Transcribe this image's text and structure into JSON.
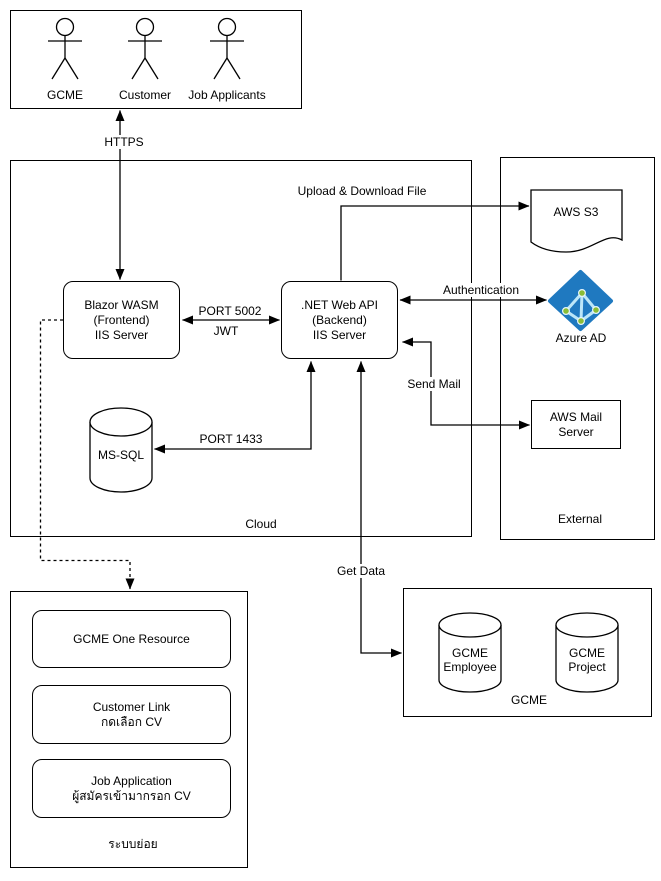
{
  "actors": {
    "items": [
      {
        "label": "GCME"
      },
      {
        "label": "Customer"
      },
      {
        "label": "Job Applicants"
      }
    ]
  },
  "nodes": {
    "blazor": {
      "label": "Blazor WASM\n(Frontend)\nIIS Server"
    },
    "dotnet": {
      "label": ".NET Web API\n(Backend)\nIIS Server"
    },
    "mssql": {
      "label": "MS-SQL"
    },
    "aws_s3": {
      "label": "AWS S3"
    },
    "azure_ad": {
      "label": "Azure AD"
    },
    "aws_mail": {
      "label": "AWS Mail\nServer"
    },
    "gcme_employee": {
      "label": "GCME\nEmployee"
    },
    "gcme_project": {
      "label": "GCME\nProject"
    }
  },
  "containers": {
    "cloud": {
      "label": "Cloud"
    },
    "external": {
      "label": "External"
    },
    "gcme": {
      "label": "GCME"
    },
    "subsystem": {
      "label": "ระบบย่อย"
    }
  },
  "subsystem_items": [
    {
      "label": "GCME One Resource"
    },
    {
      "label": "Customer Link\nกดเลือก CV"
    },
    {
      "label": "Job Application\nผู้สมัครเข้ามากรอก CV"
    }
  ],
  "connectors": {
    "https": {
      "label": "HTTPS"
    },
    "port_5002": {
      "label": "PORT 5002"
    },
    "jwt": {
      "label": "JWT"
    },
    "port_1433": {
      "label": "PORT 1433"
    },
    "upload_download": {
      "label": "Upload & Download File"
    },
    "authentication": {
      "label": "Authentication"
    },
    "send_mail": {
      "label": "Send Mail"
    },
    "get_data": {
      "label": "Get Data"
    }
  },
  "colors": {
    "line": "#000000",
    "background": "#ffffff",
    "azure_blue": "#1f79c0",
    "azure_light_blue": "#bce6f8",
    "azure_node_green": "#8abd37"
  }
}
